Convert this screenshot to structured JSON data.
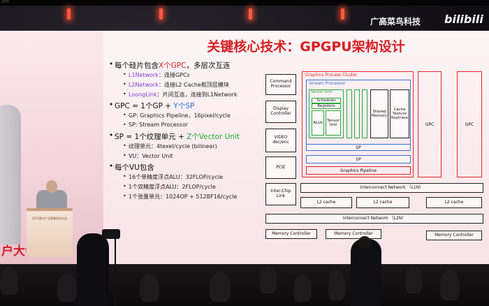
{
  "overlay": {
    "channel": "广高菜鸟科技",
    "platform": "bilibili",
    "corner_tag": "CIFTC"
  },
  "venue": {
    "podium_label": "2025数字产业赛事发布大会",
    "wall_text": "户大会"
  },
  "slide": {
    "title": "关键核心技术：GPGPU架构设计",
    "bullets": [
      {
        "kind": "main",
        "parts": [
          "每个硅片包含",
          "X个GPC",
          "，多层次互连"
        ],
        "colors": [
          "",
          "red",
          ""
        ]
      },
      {
        "kind": "sub",
        "label": "L1Network",
        "text": "：连接GPCs"
      },
      {
        "kind": "sub",
        "label": "L2Network",
        "text": "：连接L2 Cache和顶层模块"
      },
      {
        "kind": "sub",
        "label": "LoongLink",
        "text": "：片间互连，连接到L1Network"
      },
      {
        "kind": "main",
        "parts": [
          "GPC = 1个GP + ",
          "Y个SP",
          ""
        ],
        "colors": [
          "",
          "blue",
          ""
        ]
      },
      {
        "kind": "sub",
        "label": "",
        "text": "GP: Graphics Pipeline，16pixel/cycle"
      },
      {
        "kind": "sub",
        "label": "",
        "text": "SP: Stream Processor"
      },
      {
        "kind": "main",
        "parts": [
          "SP = 1个纹理单元 + ",
          "Z个Vector Unit",
          ""
        ],
        "colors": [
          "",
          "green",
          ""
        ]
      },
      {
        "kind": "sub",
        "label": "",
        "text": "纹理单元：4texel/cycle (bilinear)"
      },
      {
        "kind": "sub",
        "label": "",
        "text": "VU：Vector Unit"
      },
      {
        "kind": "main",
        "parts": [
          "每个VU包含",
          "",
          ""
        ],
        "colors": [
          "",
          "",
          ""
        ]
      },
      {
        "kind": "sub",
        "label": "",
        "text": "16个单精度浮点ALU：32FLOP/cycle"
      },
      {
        "kind": "sub",
        "label": "",
        "text": "1个双精度浮点ALU：2FLOP/cycle"
      },
      {
        "kind": "sub",
        "label": "",
        "text": "1个张量单元：1024OP + 512BF16/cycle"
      }
    ],
    "diagram": {
      "left_blocks": [
        "Command Processor",
        "Display Controller",
        "VIDEO dec/enc",
        "PCIE",
        "Inter-Chip Link"
      ],
      "cluster_label": "Graphics Process Cluster",
      "sp_label": "Stream Processor",
      "vu_label": "Vector Unit",
      "scheduler": "Scheduler",
      "registers": "Registers",
      "alus": "ALUs",
      "tensor": "Tensor Unit",
      "shared_memory": "Shared Memory",
      "cache_texture": "Cache Texture Raytrace",
      "sp_bar_1": "SP",
      "sp_bar_2": "SP",
      "graphics_pipeline": "Graphics Pipeline",
      "gpc_1": "GPC",
      "gpc_2": "GPC",
      "l1_network": "Interconnect Network （L1N）",
      "l2_caches": [
        "L2 cache",
        "L2 cache",
        "L2 cache"
      ],
      "l2_network": "Interconnect Network （L2N）",
      "memory_controllers": [
        "Memory Controller",
        "Memory Controller",
        "Memory Controller"
      ]
    }
  }
}
